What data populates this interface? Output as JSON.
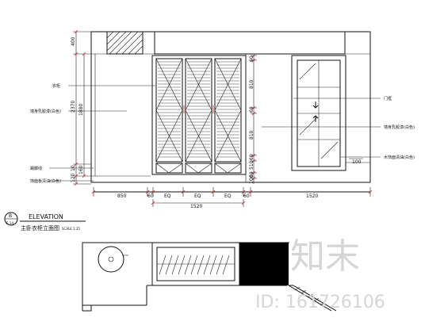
{
  "drawing": {
    "elevation_label": "ELEVATION",
    "elevation_sublabel": "主卧衣柜立面图",
    "scale": "SCALE 1:25",
    "tag_letter": "B",
    "tag_sheet": "E-14",
    "dims_bottom": [
      "850",
      "60",
      "EQ",
      "EQ",
      "EQ",
      "60",
      "1520"
    ],
    "dims_bottom_total": "1520",
    "dims_left": [
      "400",
      "2370",
      "1880",
      "10",
      "160",
      "120"
    ],
    "dims_right": [
      "60",
      "810",
      "60",
      "810",
      "60",
      "510",
      "60",
      "100"
    ],
    "window_dim": "100",
    "notes_left": [
      "衣柜",
      "墙身乳胶漆(白色)",
      "踢脚线",
      "饰面板清油(白色)"
    ],
    "notes_right": [
      "门框",
      "墙身乳胶漆(白色)",
      "木饰面清油(白色)"
    ]
  },
  "watermark": {
    "brand": "知末",
    "id_text": "ID: 161726106"
  }
}
